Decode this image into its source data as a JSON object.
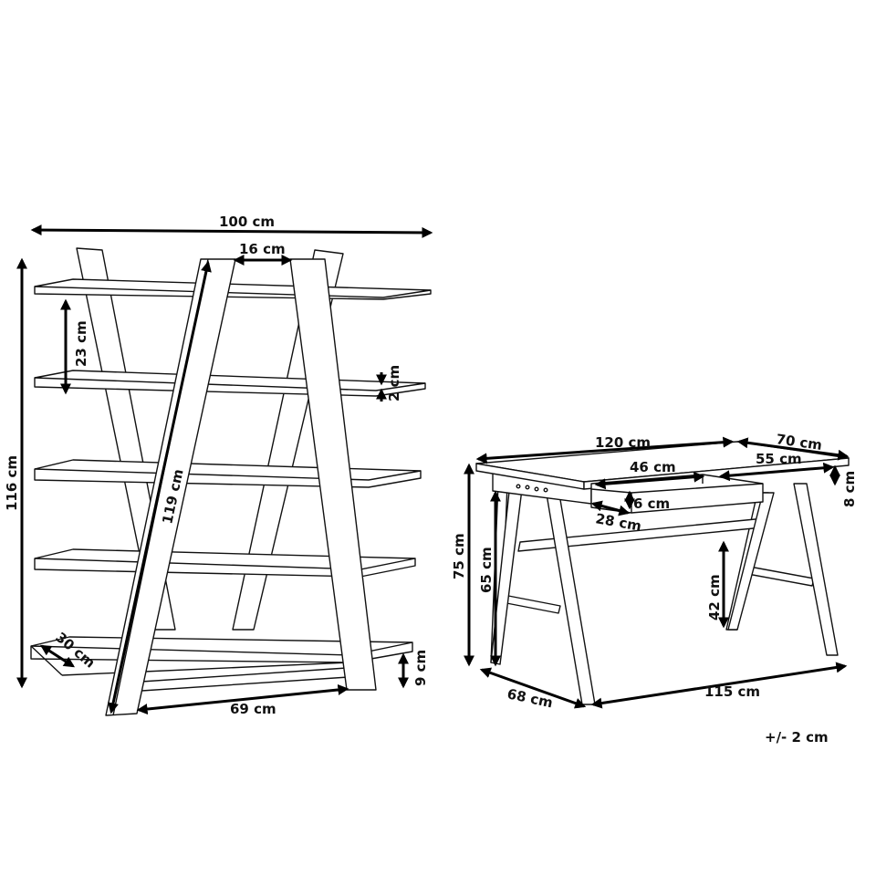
{
  "bookshelf": {
    "width": "100 cm",
    "frame_top": "16 cm",
    "height": "116 cm",
    "shelf_gap": "23 cm",
    "shelf_thickness": "2 cm",
    "leg_length": "119 cm",
    "depth": "30 cm",
    "base_width": "69 cm",
    "bottom_clearance": "9 cm"
  },
  "desk": {
    "width": "120 cm",
    "depth": "70 cm",
    "drawer_width": "46 cm",
    "inner_width": "55 cm",
    "apron_height": "8 cm",
    "drawer_height": "6 cm",
    "drawer_depth": "28 cm",
    "height": "75 cm",
    "legroom_height": "65 cm",
    "crossbar_height": "42 cm",
    "base_depth": "68 cm",
    "base_width": "115 cm"
  },
  "tolerance": "+/- 2 cm"
}
